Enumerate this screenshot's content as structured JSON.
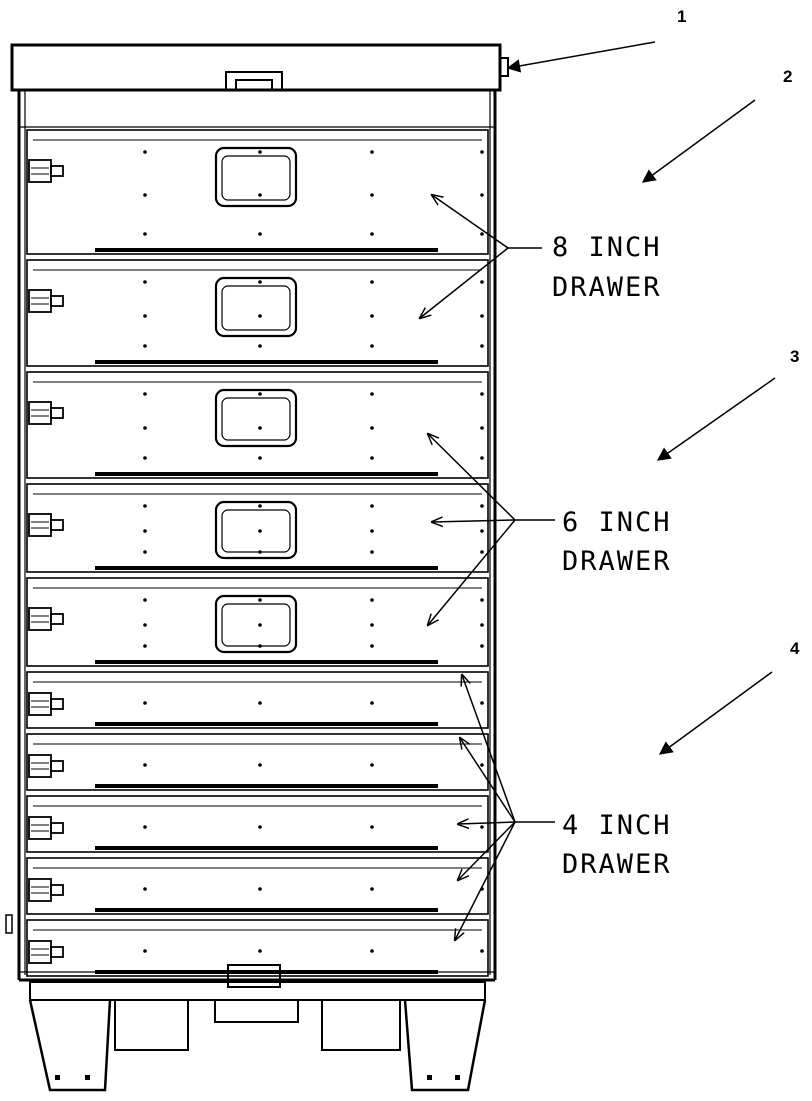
{
  "callouts": [
    {
      "number": "1"
    },
    {
      "number": "2"
    },
    {
      "number": "3"
    },
    {
      "number": "4"
    }
  ],
  "labels": {
    "eight_inch": {
      "line1": "8 INCH",
      "line2": "DRAWER"
    },
    "six_inch": {
      "line1": "6 INCH",
      "line2": "DRAWER"
    },
    "four_inch": {
      "line1": "4 INCH",
      "line2": "DRAWER"
    }
  },
  "drawer_groups": [
    {
      "size": "8 INCH",
      "count": 2
    },
    {
      "size": "6 INCH",
      "count": 3
    },
    {
      "size": "4 INCH",
      "count": 5
    }
  ],
  "colors": {
    "line": "#000000",
    "background": "#ffffff"
  }
}
